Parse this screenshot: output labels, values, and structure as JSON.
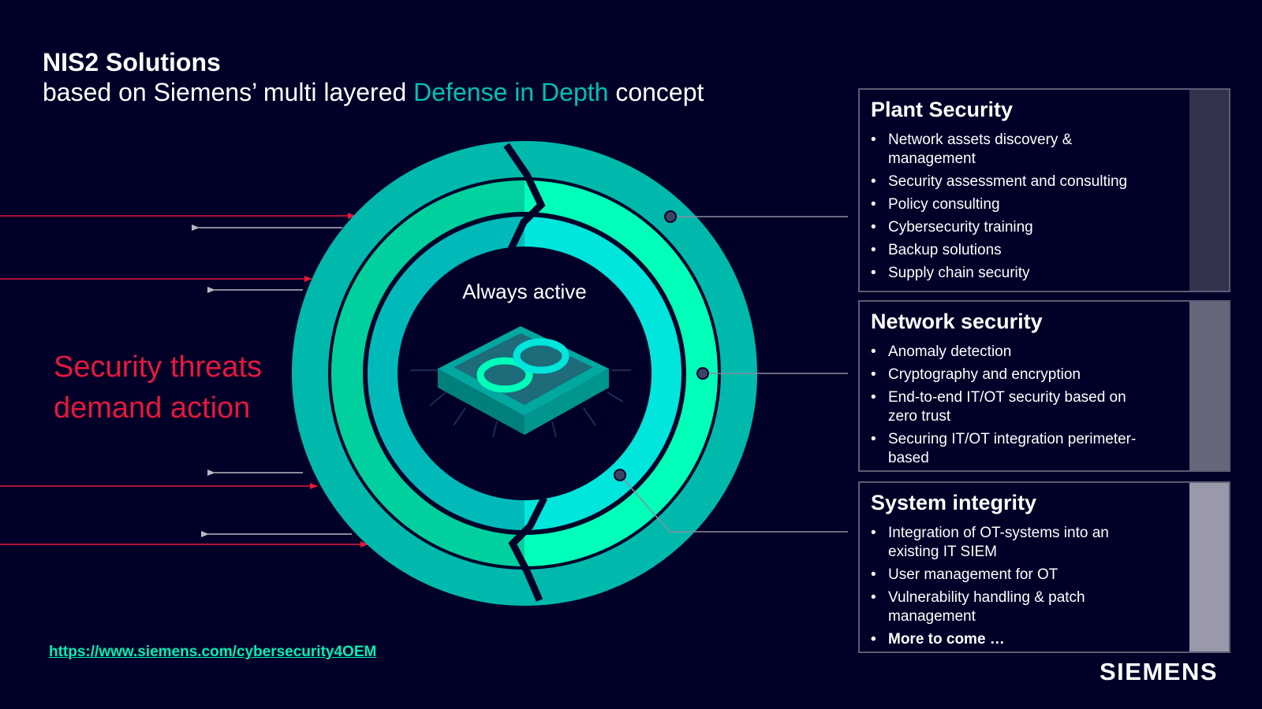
{
  "title": {
    "name": "NIS2",
    "name_rest": " Solutions",
    "subtitle_prefix": "based on Siemens’ multi layered ",
    "subtitle_accent": "Defense in Depth",
    "subtitle_suffix": " concept"
  },
  "threats": {
    "line1": "Security threats",
    "line2": "demand action"
  },
  "center_label": "Always active",
  "panels": [
    {
      "title": "Plant Security",
      "bar_color": "#33334d",
      "items": [
        "Network assets discovery & management",
        "Security assessment and consulting",
        "Policy consulting",
        "Cybersecurity training",
        "Backup solutions",
        "Supply chain security"
      ]
    },
    {
      "title": "Network security",
      "bar_color": "#66667a",
      "items": [
        "Anomaly detection",
        "Cryptography and encryption",
        "End-to-end IT/OT security based on zero trust",
        "Securing IT/OT integration perimeter-based"
      ]
    },
    {
      "title": "System integrity",
      "bar_color": "#9999a9",
      "items": [
        "Integration of OT-systems into an existing IT SIEM",
        "User management for OT",
        "Vulnerability handling & patch management",
        "More to come …"
      ]
    }
  ],
  "link": "https://www.siemens.com/cybersecurity4OEM",
  "logo": "SIEMENS",
  "colors": {
    "background": "#000028",
    "accent_text": "#00c1b6",
    "threat_red": "#e8173e",
    "ring_outer": "#00b9ad",
    "ring_middle": "#00ffb9",
    "ring_inner": "#00e5dc"
  }
}
